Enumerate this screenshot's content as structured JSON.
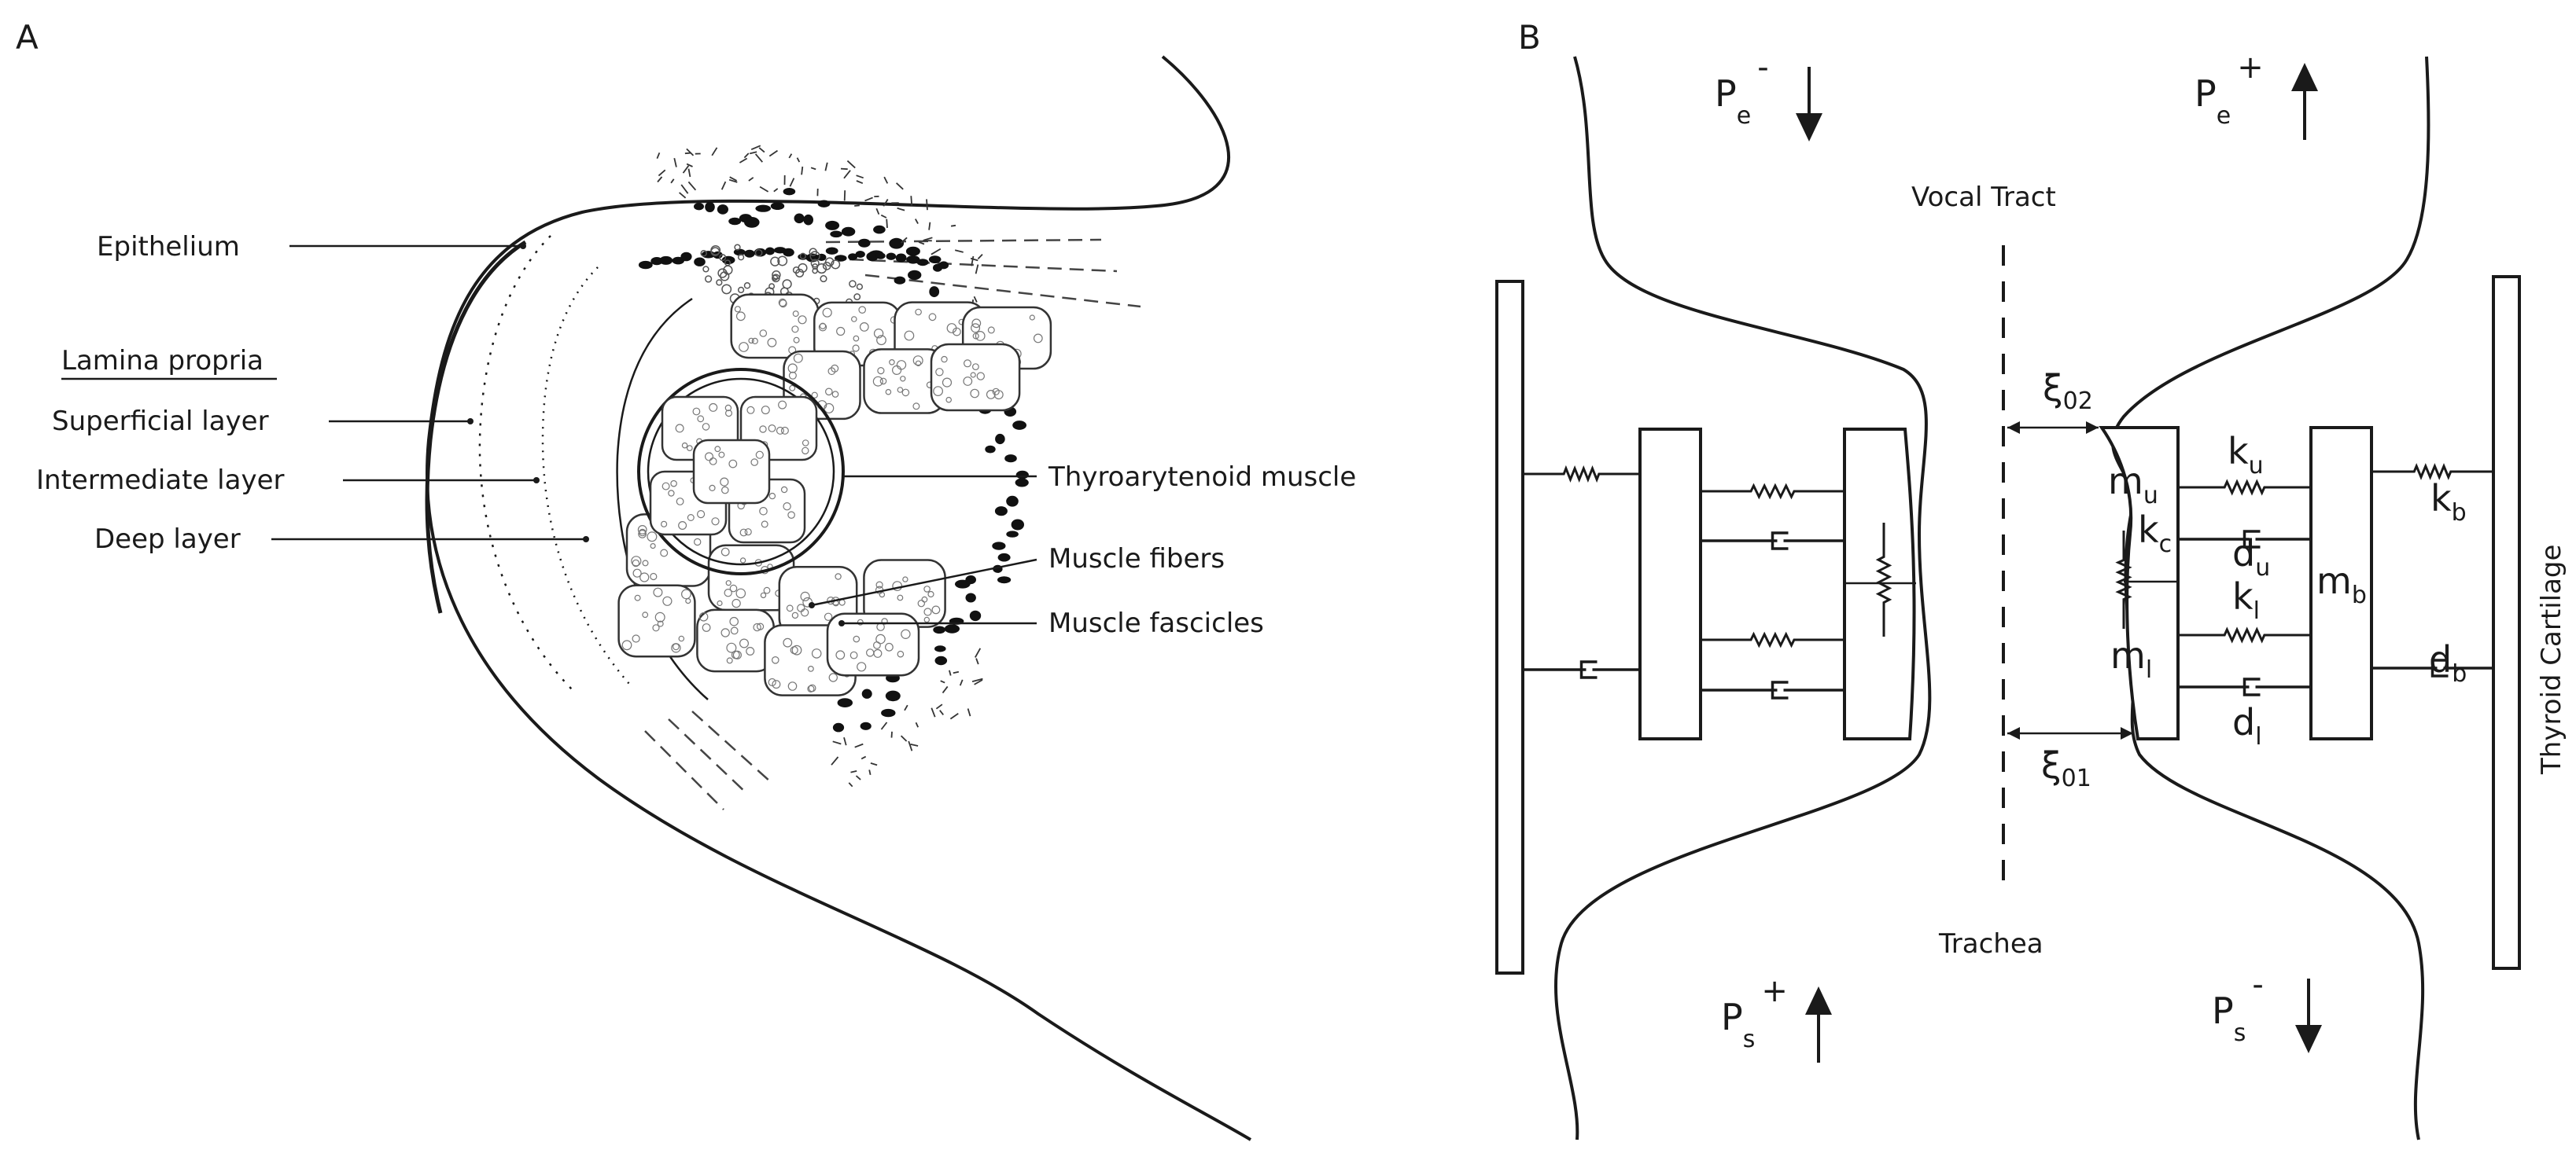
{
  "panel_a": {
    "letter": "A",
    "labels": {
      "epithelium": "Epithelium",
      "lamina_propria": "Lamina propria",
      "superficial_layer": "Superficial layer",
      "intermediate_layer": "Intermediate layer",
      "deep_layer": "Deep layer",
      "thyroarytenoid_muscle": "Thyroarytenoid muscle",
      "muscle_fibers": "Muscle fibers",
      "muscle_fascicles": "Muscle fascicles"
    }
  },
  "panel_b": {
    "letter": "B",
    "vocal_tract": "Vocal Tract",
    "trachea": "Trachea",
    "thyroid_cartilage": "Thyroid Cartilage",
    "pressures": {
      "pe_minus": {
        "base": "P",
        "sub": "e",
        "sup": "-"
      },
      "pe_plus": {
        "base": "P",
        "sub": "e",
        "sup": "+"
      },
      "ps_plus": {
        "base": "P",
        "sub": "s",
        "sup": "+"
      },
      "ps_minus": {
        "base": "P",
        "sub": "s",
        "sup": "-"
      }
    },
    "symbols": {
      "xi02": {
        "base": "ξ",
        "sub": "02"
      },
      "xi01": {
        "base": "ξ",
        "sub": "01"
      },
      "mu": {
        "base": "m",
        "sub": "u"
      },
      "ml": {
        "base": "m",
        "sub": "l"
      },
      "mb": {
        "base": "m",
        "sub": "b"
      },
      "ku": {
        "base": "k",
        "sub": "u"
      },
      "kc": {
        "base": "k",
        "sub": "c"
      },
      "kl": {
        "base": "k",
        "sub": "l"
      },
      "kb": {
        "base": "k",
        "sub": "b"
      },
      "du": {
        "base": "d",
        "sub": "u"
      },
      "dl": {
        "base": "d",
        "sub": "l"
      },
      "db": {
        "base": "d",
        "sub": "b"
      }
    }
  }
}
